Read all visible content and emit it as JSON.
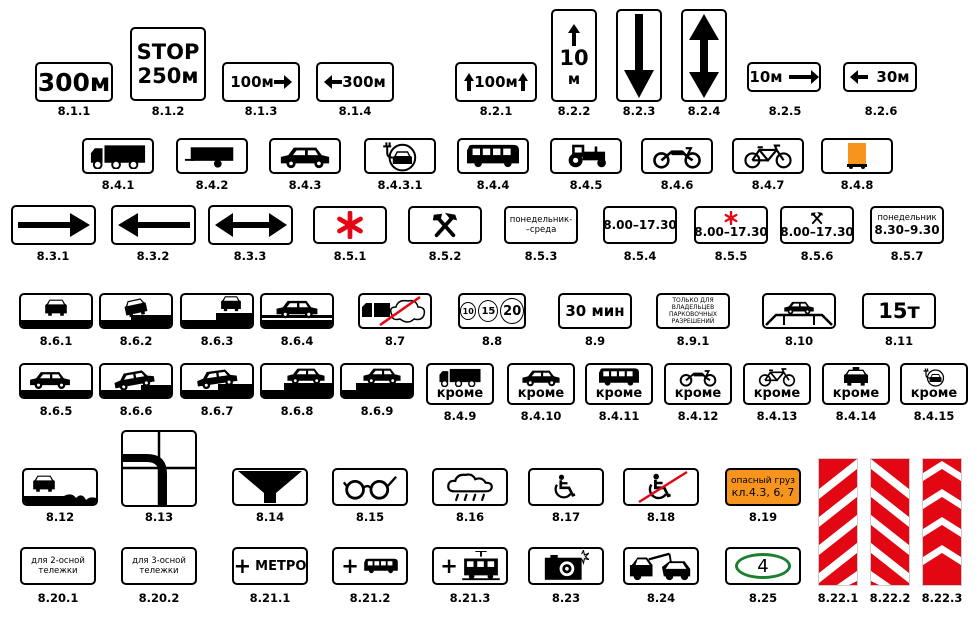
{
  "signs": {
    "s811": {
      "code": "8.1.1",
      "text": "300м"
    },
    "s812": {
      "code": "8.1.2",
      "line1": "STOP",
      "line2": "250м"
    },
    "s813": {
      "code": "8.1.3",
      "text": "100м"
    },
    "s814": {
      "code": "8.1.4",
      "text": "300м"
    },
    "s821": {
      "code": "8.2.1",
      "text": "100м"
    },
    "s822": {
      "code": "8.2.2",
      "line1": "10",
      "line2": "м"
    },
    "s823": {
      "code": "8.2.3"
    },
    "s824": {
      "code": "8.2.4"
    },
    "s825": {
      "code": "8.2.5",
      "text": "10м"
    },
    "s826": {
      "code": "8.2.6",
      "text": "30м"
    },
    "s841": {
      "code": "8.4.1"
    },
    "s842": {
      "code": "8.4.2"
    },
    "s843": {
      "code": "8.4.3"
    },
    "s8431": {
      "code": "8.4.3.1"
    },
    "s844": {
      "code": "8.4.4"
    },
    "s845": {
      "code": "8.4.5"
    },
    "s846": {
      "code": "8.4.6"
    },
    "s847": {
      "code": "8.4.7"
    },
    "s848": {
      "code": "8.4.8"
    },
    "s831": {
      "code": "8.3.1"
    },
    "s832": {
      "code": "8.3.2"
    },
    "s833": {
      "code": "8.3.3"
    },
    "s851": {
      "code": "8.5.1"
    },
    "s852": {
      "code": "8.5.2"
    },
    "s853": {
      "code": "8.5.3",
      "line1": "понедельник-",
      "line2": "–среда"
    },
    "s854": {
      "code": "8.5.4",
      "from": "8.00",
      "to": "17.30"
    },
    "s855": {
      "code": "8.5.5",
      "from": "8.00",
      "to": "17.30"
    },
    "s856": {
      "code": "8.5.6",
      "from": "8.00",
      "to": "17.30"
    },
    "s857": {
      "code": "8.5.7",
      "line1": "понедельник",
      "from": "8.30",
      "to": "9.30"
    },
    "s861": {
      "code": "8.6.1"
    },
    "s862": {
      "code": "8.6.2"
    },
    "s863": {
      "code": "8.6.3"
    },
    "s864": {
      "code": "8.6.4"
    },
    "s87": {
      "code": "8.7"
    },
    "s88": {
      "code": "8.8",
      "n1": "10",
      "n2": "15",
      "n3": "20"
    },
    "s89": {
      "code": "8.9",
      "text": "30 мин"
    },
    "s891": {
      "code": "8.9.1",
      "line1": "только для",
      "line2": "владельцев",
      "line3": "парковочных",
      "line4": "разрешений"
    },
    "s810": {
      "code": "8.10"
    },
    "s811b": {
      "code": "8.11",
      "text": "15т"
    },
    "s865": {
      "code": "8.6.5"
    },
    "s866": {
      "code": "8.6.6"
    },
    "s867": {
      "code": "8.6.7"
    },
    "s868": {
      "code": "8.6.8"
    },
    "s869": {
      "code": "8.6.9"
    },
    "s849": {
      "code": "8.4.9",
      "krome": "кроме"
    },
    "s8410": {
      "code": "8.4.10",
      "krome": "кроме"
    },
    "s8411": {
      "code": "8.4.11",
      "krome": "кроме"
    },
    "s8412": {
      "code": "8.4.12",
      "krome": "кроме"
    },
    "s8413": {
      "code": "8.4.13",
      "krome": "кроме"
    },
    "s8414": {
      "code": "8.4.14",
      "krome": "кроме"
    },
    "s8415": {
      "code": "8.4.15",
      "krome": "кроме"
    },
    "s812b": {
      "code": "8.12"
    },
    "s813b": {
      "code": "8.13"
    },
    "s814b": {
      "code": "8.14"
    },
    "s815": {
      "code": "8.15"
    },
    "s816": {
      "code": "8.16"
    },
    "s817": {
      "code": "8.17"
    },
    "s818": {
      "code": "8.18"
    },
    "s819": {
      "code": "8.19",
      "line1": "опасный груз",
      "line2": "кл.4.3, 6, 7"
    },
    "s8201": {
      "code": "8.20.1",
      "line1": "для 2-осной",
      "line2": "тележки"
    },
    "s8202": {
      "code": "8.20.2",
      "line1": "для 3-осной",
      "line2": "тележки"
    },
    "s8211": {
      "code": "8.21.1",
      "text": "МЕТРО"
    },
    "s8212": {
      "code": "8.21.2"
    },
    "s8213": {
      "code": "8.21.3"
    },
    "s823b": {
      "code": "8.23"
    },
    "s824b": {
      "code": "8.24"
    },
    "s825b": {
      "code": "8.25",
      "text": "4"
    },
    "s8221": {
      "code": "8.22.1"
    },
    "s8222": {
      "code": "8.22.2"
    },
    "s8223": {
      "code": "8.22.3"
    }
  },
  "colors": {
    "red": "#e30613",
    "orange": "#f7941d",
    "green": "#1a7f2e",
    "black": "#000000"
  }
}
